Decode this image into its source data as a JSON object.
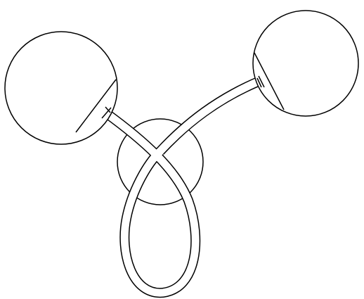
{
  "figure": {
    "background": "#ffffff",
    "stroke_color": "#000000",
    "fill_color": "#ffffff",
    "components": [
      "left-sphere",
      "right-sphere",
      "central-ring",
      "tube-with-loop"
    ]
  }
}
